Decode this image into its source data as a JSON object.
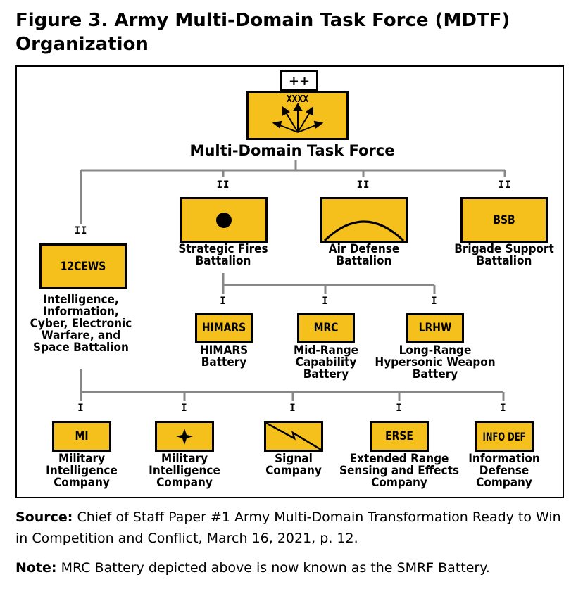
{
  "title": "Figure 3. Army Multi-Domain Task Force (MDTF) Organization",
  "hq": {
    "top_symbol": "++",
    "echelon": "XXXX",
    "name": "Multi-Domain Task Force"
  },
  "battalions": [
    {
      "echelon": "II",
      "label": "12CEWS",
      "name_lines": [
        "Intelligence,",
        "Information,",
        "Cyber, Electronic",
        "Warfare, and",
        "Space Battalion"
      ]
    },
    {
      "echelon": "II",
      "label": "",
      "name_lines": [
        "Strategic Fires",
        "Battalion"
      ]
    },
    {
      "echelon": "II",
      "label": "",
      "name_lines": [
        "Air Defense",
        "Battalion"
      ]
    },
    {
      "echelon": "II",
      "label": "BSB",
      "name_lines": [
        "Brigade Support",
        "Battalion"
      ]
    }
  ],
  "batteries": [
    {
      "echelon": "I",
      "label": "HIMARS",
      "name_lines": [
        "HIMARS",
        "Battery"
      ]
    },
    {
      "echelon": "I",
      "label": "MRC",
      "name_lines": [
        "Mid-Range",
        "Capability",
        "Battery"
      ]
    },
    {
      "echelon": "I",
      "label": "LRHW",
      "name_lines": [
        "Long-Range",
        "Hypersonic Weapon",
        "Battery"
      ]
    }
  ],
  "companies": [
    {
      "echelon": "I",
      "label": "MI",
      "name_lines": [
        "Military",
        "Intelligence",
        "Company"
      ]
    },
    {
      "echelon": "I",
      "label": "",
      "name_lines": [
        "Military",
        "Intelligence",
        "Company"
      ]
    },
    {
      "echelon": "I",
      "label": "",
      "name_lines": [
        "Signal",
        "Company"
      ]
    },
    {
      "echelon": "I",
      "label": "ERSE",
      "name_lines": [
        "Extended Range",
        "Sensing and Effects",
        "Company"
      ]
    },
    {
      "echelon": "I",
      "label": "INFO DEF",
      "name_lines": [
        "Information",
        "Defense",
        "Company"
      ]
    }
  ],
  "source": {
    "label": "Source:",
    "text": "Chief of Staff Paper #1 Army Multi-Domain Transformation Ready to Win in Competition and Conflict, March 16, 2021, p. 12."
  },
  "note": {
    "label": "Note:",
    "text": "MRC Battery depicted above is now known as the SMRF Battery."
  },
  "colors": {
    "unit_fill": "#f5c01b",
    "outline": "#000000"
  }
}
